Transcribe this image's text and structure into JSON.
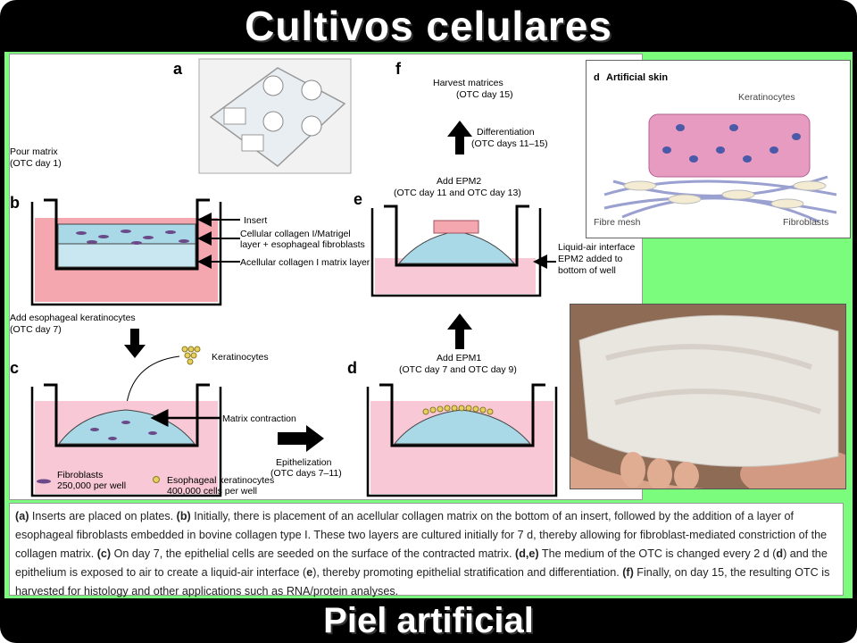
{
  "slide": {
    "title": "Cultivos celulares",
    "subtitle": "Piel artificial"
  },
  "diagram": {
    "letters": {
      "a": "a",
      "b": "b",
      "c": "c",
      "d": "d",
      "e": "e",
      "f": "f"
    },
    "pour_matrix_1": "Pour matrix",
    "pour_matrix_2": "(OTC day 1)",
    "insert": "Insert",
    "cellular_layer_1": "Cellular collagen I/Matrigel",
    "cellular_layer_2": "layer + esophageal fibroblasts",
    "acellular_layer": "Acellular collagen I matrix layer",
    "add_kerat_1": "Add esophageal keratinocytes",
    "add_kerat_2": "(OTC day 7)",
    "keratinocytes": "Keratinocytes",
    "matrix_contraction": "Matrix contraction",
    "epithelization_1": "Epithelization",
    "epithelization_2": "(OTC days 7–11)",
    "fibroblasts_1": "Fibroblasts",
    "fibroblasts_2": "250,000 per well",
    "esoph_kerat_1": "Esophageal keratinocytes",
    "esoph_kerat_2": "400,000 cells per well",
    "add_epm1_1": "Add EPM1",
    "add_epm1_2": "(OTC day 7 and OTC day 9)",
    "add_epm2_1": "Add EPM2",
    "add_epm2_2": "(OTC day 11 and OTC day 13)",
    "liquid_air_1": "Liquid-air interface",
    "liquid_air_2": "EPM2 added to",
    "liquid_air_3": "bottom of well",
    "differentiation_1": "Differentiation",
    "differentiation_2": "(OTC days 11–15)",
    "harvest_1": "Harvest matrices",
    "harvest_2": "(OTC day 15)"
  },
  "artificial_skin": {
    "label_letter": "d",
    "label": "Artificial skin",
    "keratinocytes": "Keratinocytes",
    "fibre_mesh": "Fibre mesh",
    "fibroblasts": "Fibroblasts"
  },
  "caption": {
    "a_tag": "(a)",
    "a_text": " Inserts are placed on plates. ",
    "b_tag": "(b)",
    "b_text": " Initially, there is placement of an acellular collagen matrix on the bottom of an insert, followed by the addition of a layer of esophageal fibroblasts embedded in bovine collagen type I. These two layers are cultured initially for 7 d, thereby allowing for fibroblast-mediated constriction of the collagen matrix. ",
    "c_tag": "(c)",
    "c_text": " On day 7, the epithelial cells are seeded on the surface of the contracted matrix. ",
    "de_tag": "(d,e)",
    "de_text": " The medium of the OTC is changed every 2 d (",
    "d_tag": "d",
    "de_text2": ") and the epithelium is exposed to air to create a liquid-air interface (",
    "e_tag": "e",
    "de_text3": "), thereby promoting epithelial stratification and differentiation. ",
    "f_tag": "(f)",
    "f_text": " Finally, on day 15, the resulting OTC is harvested for histology and other applications such as RNA/protein analyses."
  },
  "colors": {
    "background_green": "#7CFC7C",
    "medium_pink": "#F4A7AE",
    "light_pink": "#F8C8D6",
    "collagen_blue": "#A9D8E6"
  }
}
